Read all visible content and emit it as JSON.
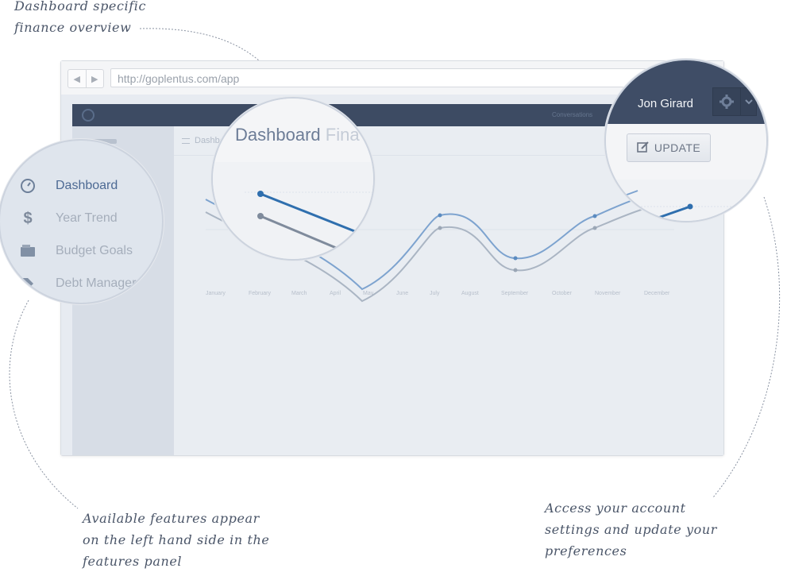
{
  "annotations": {
    "top": [
      "Dashboard specific",
      "finance overview"
    ],
    "left": [
      "Available features appear",
      "on the left hand side in the",
      "features panel"
    ],
    "right": [
      "Access your account",
      "settings and update your",
      "preferences"
    ]
  },
  "browser": {
    "url": "http://goplentus.com/app",
    "back_icon": "back-arrow-icon",
    "forward_icon": "forward-arrow-icon"
  },
  "app": {
    "nav_links": [
      "Conversations"
    ],
    "page_title": "Dashboard",
    "page_title_suffix": "Fina",
    "chart_months": [
      "January",
      "February",
      "March",
      "April",
      "May",
      "June",
      "July",
      "August",
      "September",
      "October",
      "November",
      "December"
    ]
  },
  "sidebar": {
    "items": [
      {
        "label": "Dashboard",
        "icon": "dashboard-gauge-icon",
        "active": true
      },
      {
        "label": "Year Trend",
        "icon": "dollar-icon",
        "active": false
      },
      {
        "label": "Budget Goals",
        "icon": "wallet-icon",
        "active": false
      },
      {
        "label": "Debt Manager",
        "icon": "tag-icon",
        "active": false
      }
    ]
  },
  "account": {
    "user_name": "Jon Girard",
    "update_label": "UPDATE",
    "settings_icon": "gear-icon",
    "dropdown_icon": "chevron-down-icon"
  },
  "colors": {
    "series_primary": "#2f6fae",
    "series_secondary": "#8a97a8",
    "header_bg": "#3f4d66"
  }
}
